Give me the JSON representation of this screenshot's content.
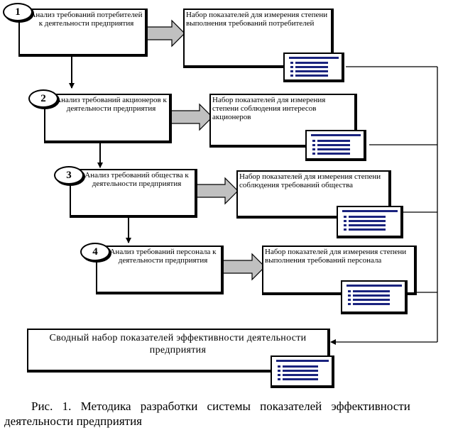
{
  "steps": [
    {
      "number": "1",
      "text": "Анализ требований потребителей к деятельности предприятия"
    },
    {
      "number": "2",
      "text": "Анализ требований акционеров к деятельности предприятия"
    },
    {
      "number": "3",
      "text": "Анализ требований общества к деятельности предприятия"
    },
    {
      "number": "4",
      "text": "Анализ требований персонала к деятельности предприятия"
    }
  ],
  "indicators": [
    {
      "text": "Набор показателей для измерения степени выполнения требований потребителей"
    },
    {
      "text": "Набор показателей для измерения степени соблюдения интересов акционеров"
    },
    {
      "text": "Набор показателей для измерения степени соблюдения требований общества"
    },
    {
      "text": "Набор показателей для измерения степени выполнения требований персонала"
    }
  ],
  "summary": {
    "text": "Сводный набор показателей эффективности деятельности предприятия"
  },
  "caption": {
    "line1": "Рис. 1. Методика разработки системы показателей эффективности",
    "line2": "деятельности предприятия"
  },
  "colors": {
    "document_lines": "#1a237e",
    "arrow_fill": "#c0c0c0",
    "stroke": "#000000"
  }
}
